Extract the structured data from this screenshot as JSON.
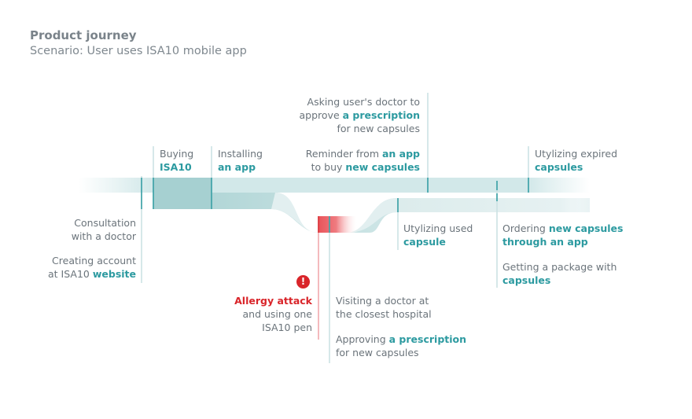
{
  "header": {
    "title": "Product journey",
    "subtitle": "Scenario: User uses ISA10 mobile app"
  },
  "steps": {
    "consultation": {
      "line1": "Consultation",
      "line2": "with a doctor"
    },
    "creating_account": {
      "line1": "Creating account",
      "line2_pre": "at ISA10 ",
      "line2_hl": "website"
    },
    "buying": {
      "line1": "Buying",
      "line2_hl": "ISA10"
    },
    "installing": {
      "line1": "Installing",
      "line2_hl": "an app"
    },
    "asking_doctor": {
      "line1": "Asking user's doctor to",
      "line2_pre": "approve ",
      "line2_hl": "a prescription",
      "line3": "for new capsules"
    },
    "reminder": {
      "line1_pre": "Reminder from ",
      "line1_hl": "an app",
      "line2_pre": "to buy ",
      "line2_hl": "new capsules"
    },
    "expired": {
      "line1": "Utylizing expired",
      "line2_hl": "capsules"
    },
    "used_capsule": {
      "line1": "Utylizing used",
      "line2_hl": "capsule"
    },
    "ordering": {
      "line1_pre": "Ordering ",
      "line1_hl": "new capsules",
      "line2_hl": "through an app"
    },
    "package": {
      "line1": "Getting a package with",
      "line2_hl": "capsules"
    },
    "allergy": {
      "alert_icon": "!",
      "line1_hl": "Allergy attack",
      "line2": "and using one",
      "line3": "ISA10 pen"
    },
    "visiting": {
      "line1": "Visiting a doctor at",
      "line2": "the closest hospital"
    },
    "approving": {
      "line1_pre": "Approving ",
      "line1_hl": "a prescription",
      "line2": "for new capsules"
    }
  },
  "colors": {
    "teal": "#2c9aa0",
    "red": "#d9252a",
    "band": "#c5e0e1",
    "text": "#6b747b"
  }
}
